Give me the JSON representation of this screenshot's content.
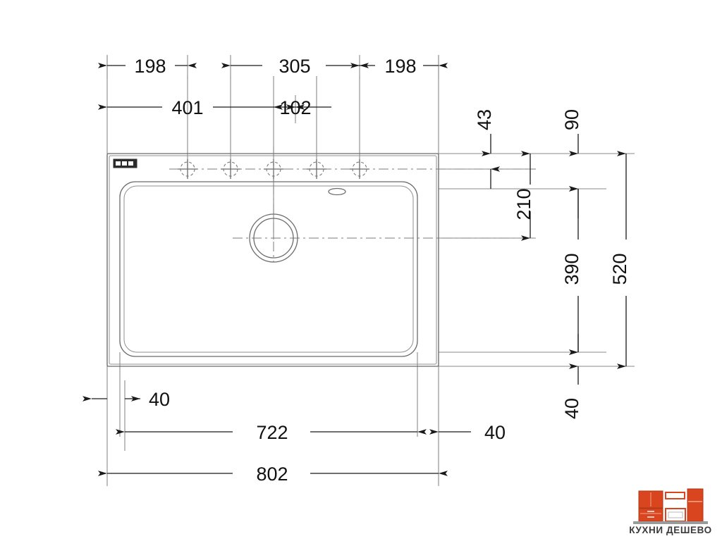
{
  "drawing": {
    "title": "Kitchen sink technical dimension drawing",
    "units": "mm",
    "line_color": "#6b6b6b",
    "dim_color": "#1a1a1a",
    "ext_color": "#8a8a8a",
    "background": "#ffffff"
  },
  "dimensions": {
    "top_row_1": [
      {
        "name": "198-left",
        "value": "198"
      },
      {
        "name": "305-middle",
        "value": "305"
      },
      {
        "name": "198-right",
        "value": "198"
      }
    ],
    "top_row_2": [
      {
        "name": "401",
        "value": "401"
      },
      {
        "name": "102",
        "value": "102"
      }
    ],
    "right_column": [
      {
        "name": "43",
        "value": "43"
      },
      {
        "name": "90",
        "value": "90"
      },
      {
        "name": "210",
        "value": "210"
      },
      {
        "name": "390",
        "value": "390"
      },
      {
        "name": "520",
        "value": "520"
      },
      {
        "name": "40-bottom-right",
        "value": "40"
      }
    ],
    "bottom_rows": [
      {
        "name": "40-left",
        "value": "40"
      },
      {
        "name": "722",
        "value": "722"
      },
      {
        "name": "40-right",
        "value": "40"
      },
      {
        "name": "802",
        "value": "802"
      }
    ]
  },
  "features": {
    "faucet_holes_count": 5,
    "drain_label": "drain-hole",
    "overflow_label": "overflow-slot",
    "brand_plate_label": "brand-plate"
  },
  "watermark": {
    "text": "КУХНИ ДЕШЕВО",
    "brand_color": "#d9451f",
    "accent_color": "#e8603a",
    "shelf_color": "#8a8a8a"
  }
}
